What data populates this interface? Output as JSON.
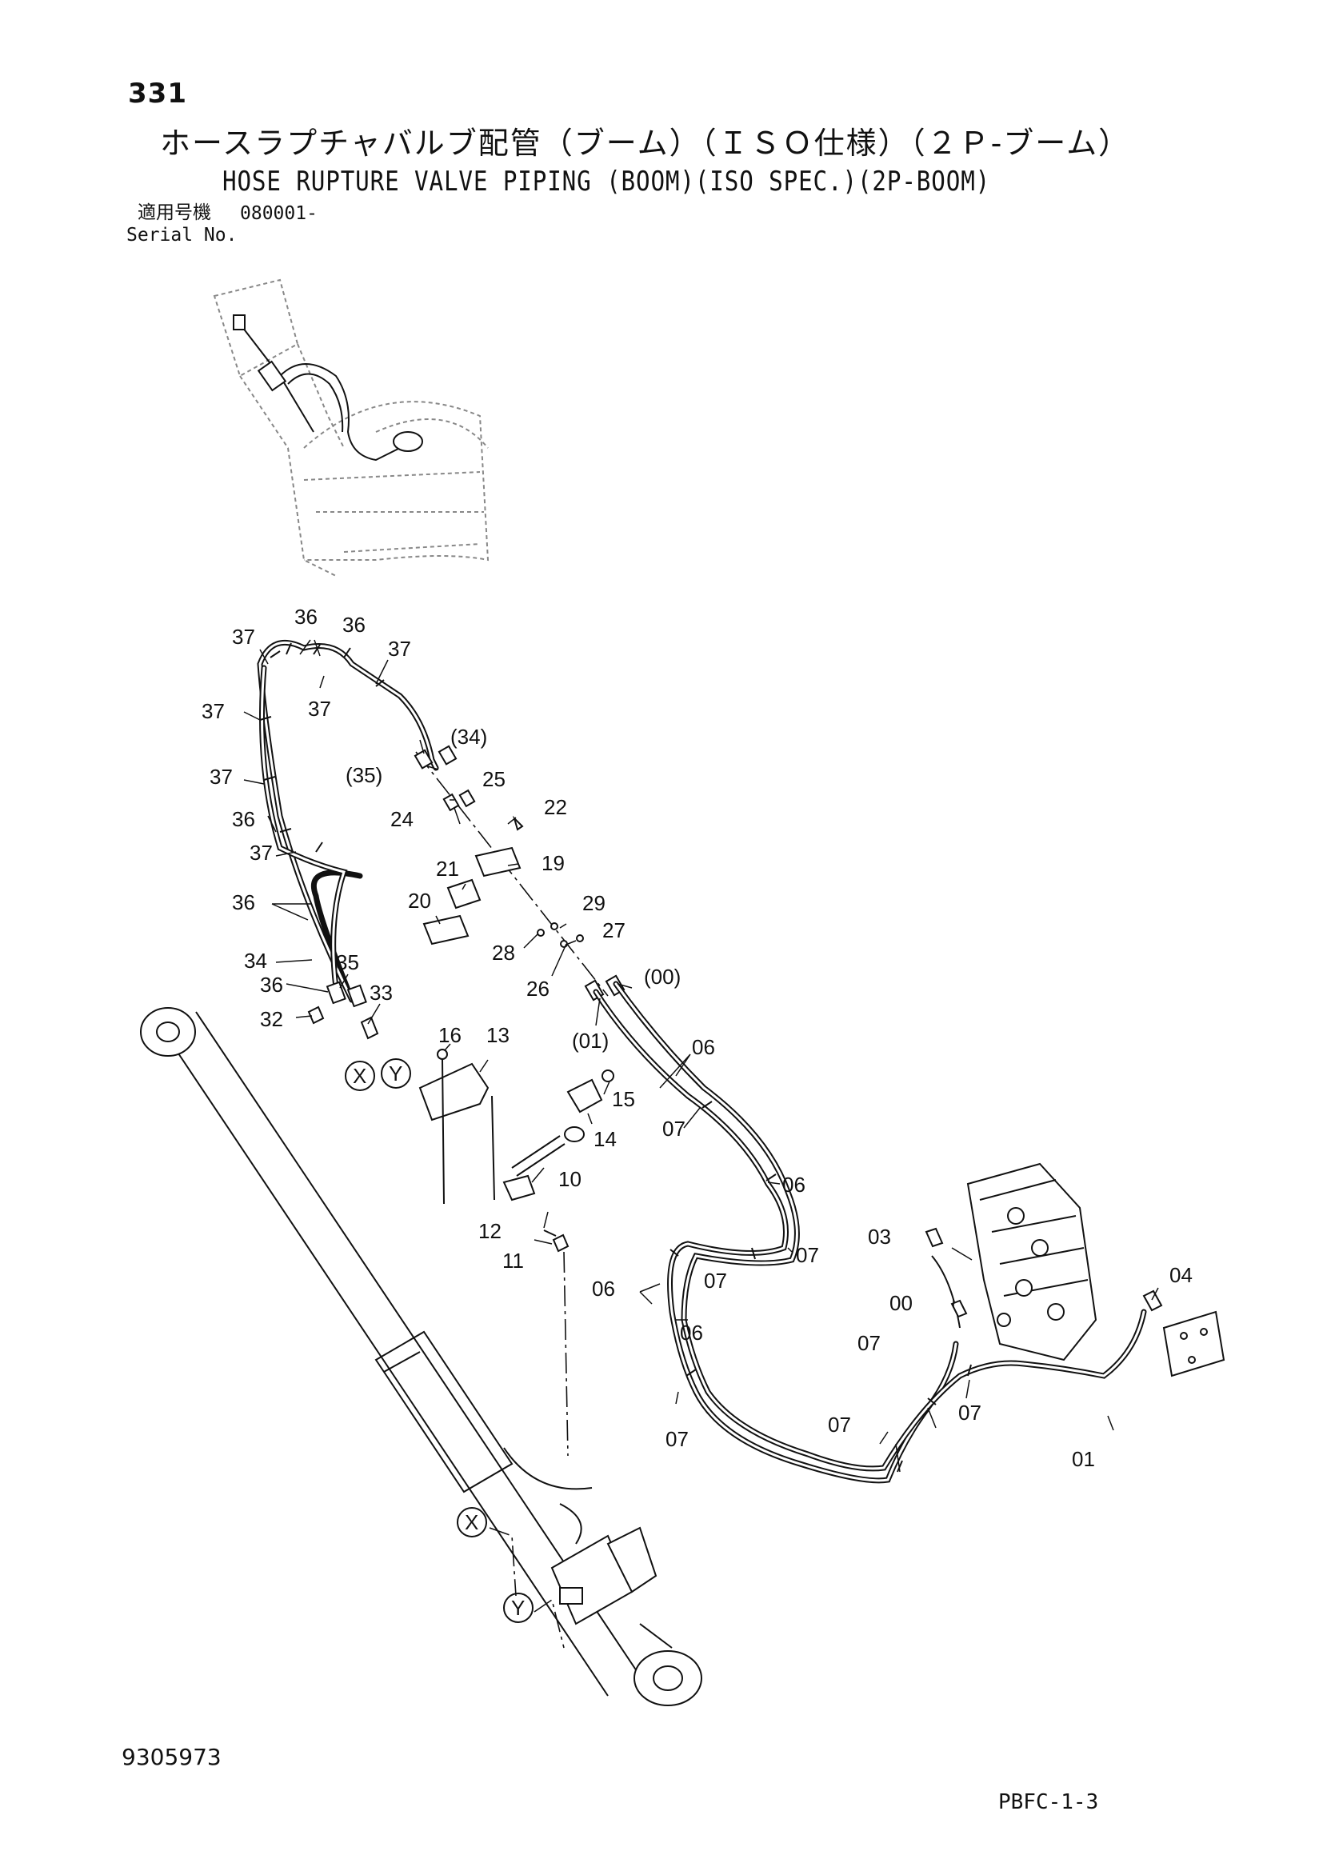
{
  "header": {
    "page_number": "331",
    "title_jp": "ホースラプチャバルブ配管（ブーム）（ＩＳＯ仕様）（２Ｐ-ブーム）",
    "title_en": "HOSE RUPTURE VALVE PIPING (BOOM)(ISO SPEC.)(2P-BOOM)",
    "serial_label_jp": "適用号機",
    "serial_value": "080001-",
    "serial_label_en": "Serial No."
  },
  "footer": {
    "drawing_number": "9305973",
    "sheet_code": "PBFC-1-3"
  },
  "callouts": {
    "c37a": "37",
    "c36a": "36",
    "c36b": "36",
    "c37b": "37",
    "c37c": "37",
    "c37d": "37",
    "c37e": "37",
    "c36c": "36",
    "c37f": "37",
    "c36d": "36",
    "c34": "34",
    "c36e": "36",
    "c35": "35",
    "c33": "33",
    "c32": "32",
    "c34p": "(34)",
    "c35p": "(35)",
    "c25": "25",
    "c24": "24",
    "c22": "22",
    "c21": "21",
    "c19": "19",
    "c20": "20",
    "c29": "29",
    "c27": "27",
    "c28": "28",
    "c26": "26",
    "c00p": "(00)",
    "c01p": "(01)",
    "c16": "16",
    "c13": "13",
    "c15": "15",
    "c14": "14",
    "c10": "10",
    "c12": "12",
    "c11": "11",
    "c06a": "06",
    "c07a": "07",
    "c06b": "06",
    "c07b": "07",
    "c06c": "06",
    "c07c": "07",
    "c06d": "06",
    "c07d": "07",
    "c07e": "07",
    "c07f": "07",
    "c07g": "07",
    "c03": "03",
    "c00": "00",
    "c04": "04",
    "c01": "01",
    "mx1": "X",
    "my1": "Y",
    "mx2": "X",
    "my2": "Y"
  }
}
